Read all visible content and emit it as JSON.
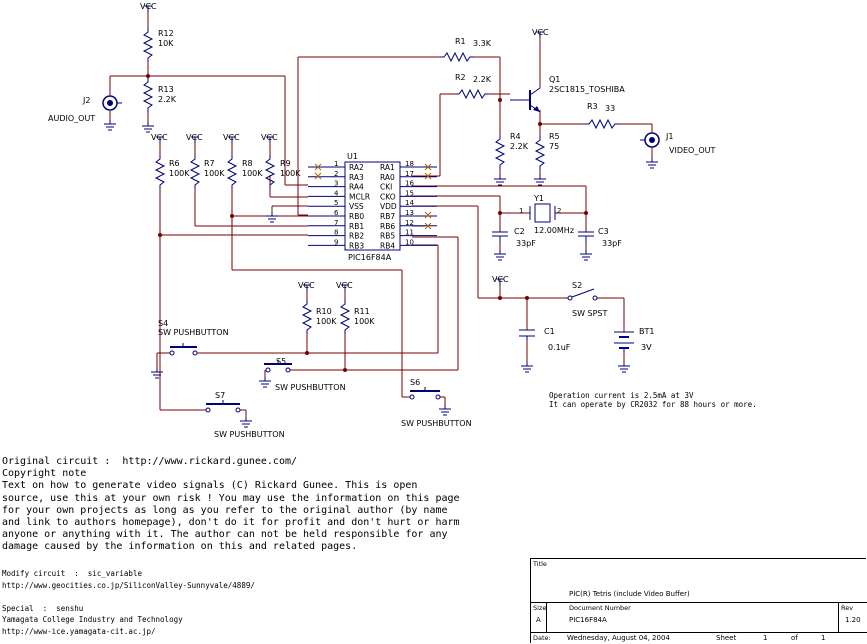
{
  "components": {
    "vcc": "VCC",
    "r12": {
      "ref": "R12",
      "value": "10K"
    },
    "r13": {
      "ref": "R13",
      "value": "2.2K"
    },
    "r1": {
      "ref": "R1",
      "value": "3.3K"
    },
    "r2": {
      "ref": "R2",
      "value": "2.2K"
    },
    "r3": {
      "ref": "R3",
      "value": "33"
    },
    "r4": {
      "ref": "R4",
      "value": "2.2K"
    },
    "r5": {
      "ref": "R5",
      "value": "75"
    },
    "r6": {
      "ref": "R6",
      "value": "100K"
    },
    "r7": {
      "ref": "R7",
      "value": "100K"
    },
    "r8": {
      "ref": "R8",
      "value": "100K"
    },
    "r9": {
      "ref": "R9",
      "value": "100K"
    },
    "r10": {
      "ref": "R10",
      "value": "100K"
    },
    "r11": {
      "ref": "R11",
      "value": "100K"
    },
    "q1": {
      "ref": "Q1",
      "value": "2SC1815_TOSHIBA"
    },
    "j1": {
      "ref": "J1",
      "value": "VIDEO_OUT"
    },
    "j2": {
      "ref": "J2",
      "value": "AUDIO_OUT"
    },
    "u1": {
      "ref": "U1",
      "value": "PIC16F84A"
    },
    "y1": {
      "ref": "Y1",
      "value": "12.00MHz",
      "pin1": "1",
      "pin2": "2"
    },
    "c1": {
      "ref": "C1",
      "value": "0.1uF"
    },
    "c2": {
      "ref": "C2",
      "value": "33pF"
    },
    "c3": {
      "ref": "C3",
      "value": "33pF"
    },
    "s2": {
      "ref": "S2",
      "value": "SW SPST"
    },
    "s4": {
      "ref": "S4",
      "value": "SW PUSHBUTTON"
    },
    "s5": {
      "ref": "S5",
      "value": "SW PUSHBUTTON"
    },
    "s6": {
      "ref": "S6",
      "value": "SW PUSHBUTTON"
    },
    "s7": {
      "ref": "S7",
      "value": "SW PUSHBUTTON"
    },
    "bt1": {
      "ref": "BT1",
      "value": "3V"
    }
  },
  "u1_pins_left": [
    {
      "num": "1",
      "name": "RA2"
    },
    {
      "num": "2",
      "name": "RA3"
    },
    {
      "num": "3",
      "name": "RA4"
    },
    {
      "num": "4",
      "name": "MCLR"
    },
    {
      "num": "5",
      "name": "VSS"
    },
    {
      "num": "6",
      "name": "RB0"
    },
    {
      "num": "7",
      "name": "RB1"
    },
    {
      "num": "8",
      "name": "RB2"
    },
    {
      "num": "9",
      "name": "RB3"
    }
  ],
  "u1_pins_right": [
    {
      "num": "18",
      "name": "RA1"
    },
    {
      "num": "17",
      "name": "RA0"
    },
    {
      "num": "16",
      "name": "CKI"
    },
    {
      "num": "15",
      "name": "CKO"
    },
    {
      "num": "14",
      "name": "VDD"
    },
    {
      "num": "13",
      "name": "RB7"
    },
    {
      "num": "12",
      "name": "RB6"
    },
    {
      "num": "11",
      "name": "RB5"
    },
    {
      "num": "10",
      "name": "RB4"
    }
  ],
  "operation_note": {
    "line1": "Operation current is 2.5mA at 3V",
    "line2": "It can operate by CR2032 for 88 hours or more."
  },
  "notes": {
    "lines": [
      "Original circuit :  http://www.rickard.gunee.com/",
      "Copyright note",
      "Text on how to generate video signals (C) Rickard Gunee. This is open",
      "source, use this at your own risk ! You may use the information on this page",
      "for your own projects as long as you refer to the original author (by name",
      "and link to authors homepage), don't do it for profit and don't hurt or harm",
      "anyone or anything with it. The author can not be held responsible for any",
      "damage caused by the information on this and related pages."
    ],
    "modify_lines": [
      "Modify circuit  :  sic_variable",
      "http://www.geocities.co.jp/SiliconValley-Sunnyvale/4889/",
      "",
      "Special  :  senshu",
      "Yamagata College Industry and Technology",
      "http://www-ice.yamagata-cit.ac.jp/"
    ]
  },
  "title_block": {
    "title_label": "Title",
    "title": "PIC(R) Tetris (include Video Buffer)",
    "size_label": "Size",
    "size": "A",
    "docnum_label": "Document Number",
    "docnum": "PIC16F84A",
    "rev_label": "Rev",
    "rev": "1.20",
    "date_label": "Date:",
    "date": "Wednesday, August 04, 2004",
    "sheet_label": "Sheet",
    "sheet": "1",
    "of_label": "of",
    "of": "1"
  }
}
